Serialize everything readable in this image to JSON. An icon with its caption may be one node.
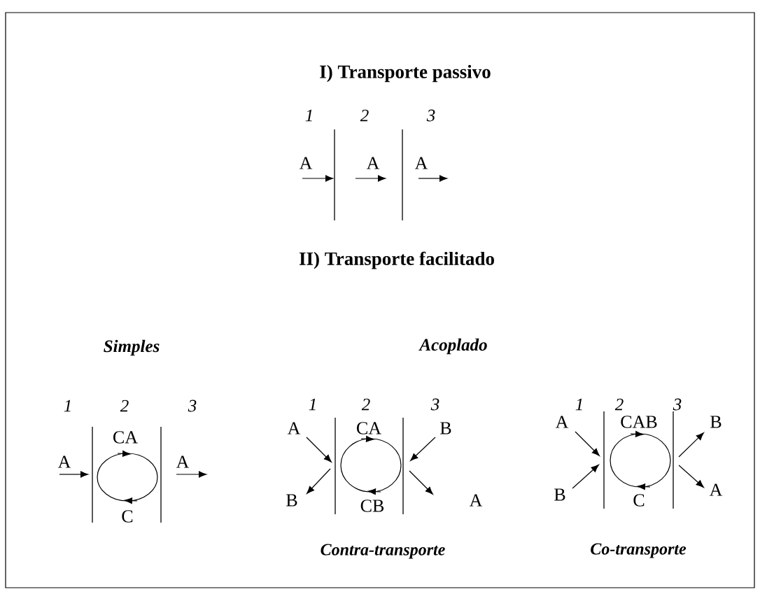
{
  "diagram": {
    "labels": [
      "I) Transporte passivo",
      "1",
      "2",
      "3",
      "A",
      "A",
      "A",
      "II) Transporte facilitado",
      "Simples",
      "Acoplado",
      "1",
      "2",
      "3",
      "A",
      "CA",
      "A",
      "C",
      "1",
      "2",
      "3",
      "A",
      "CA",
      "B",
      "B",
      "CB",
      "A",
      "Contra-transporte",
      "1",
      "2",
      "3",
      "A",
      "CAB",
      "B",
      "B",
      "C",
      "A",
      "Co-transporte"
    ]
  }
}
